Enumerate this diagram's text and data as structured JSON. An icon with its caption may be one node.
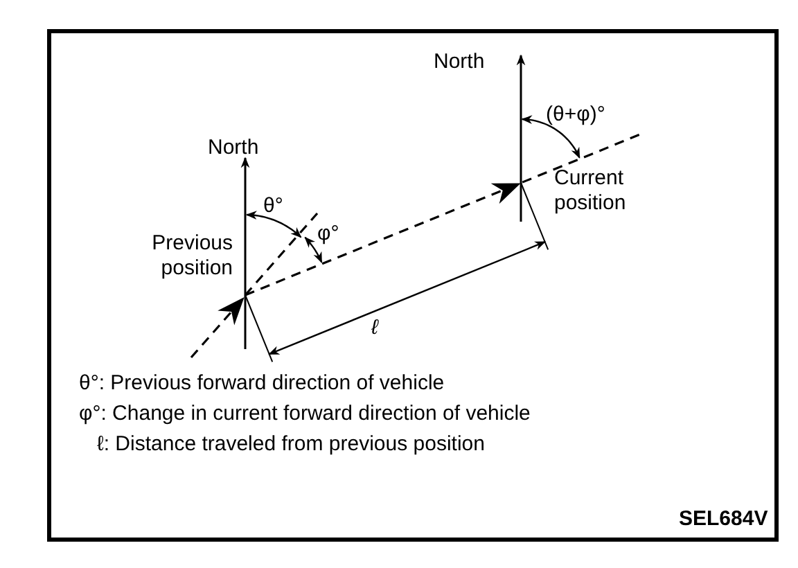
{
  "diagram": {
    "labels": [
      "North",
      "(θ+φ)°",
      "North",
      "Current position",
      "θ°",
      "Previous position",
      "φ°",
      "ℓ",
      "θ°: Previous forward direction of vehicle",
      "φ°: Change in current forward direction of vehicle",
      "ℓ: Distance traveled from previous position",
      "SEL684V"
    ]
  }
}
